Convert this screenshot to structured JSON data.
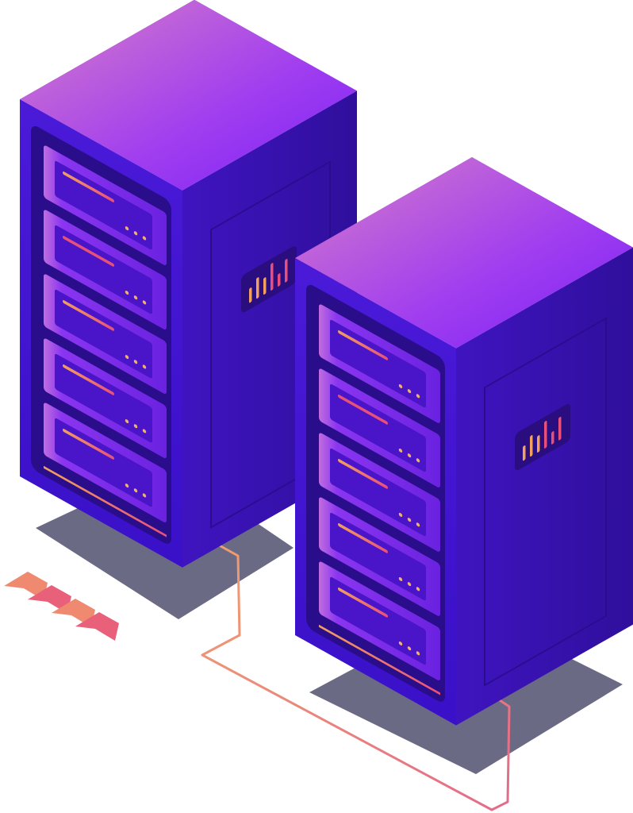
{
  "illustration": {
    "servers": [
      {
        "drawers": 5,
        "indicator_bars": [
          0.4,
          0.7,
          0.5,
          1.0,
          0.3,
          0.8
        ]
      },
      {
        "drawers": 5,
        "indicator_bars": [
          0.4,
          0.7,
          0.5,
          1.0,
          0.3,
          0.8
        ]
      }
    ],
    "chevron_count": 4
  },
  "colors": {
    "top_start": "#c86fd6",
    "top_end": "#8a2cf0",
    "front": "#3d14c9",
    "side": "#3512b0",
    "drawer": "#7b2cf0",
    "drawer_dark": "#2a0d8a",
    "accent": "#f0906a",
    "accent_pink": "#e8507a",
    "shadow": "#6b6a85",
    "cable": "#e98a70"
  }
}
